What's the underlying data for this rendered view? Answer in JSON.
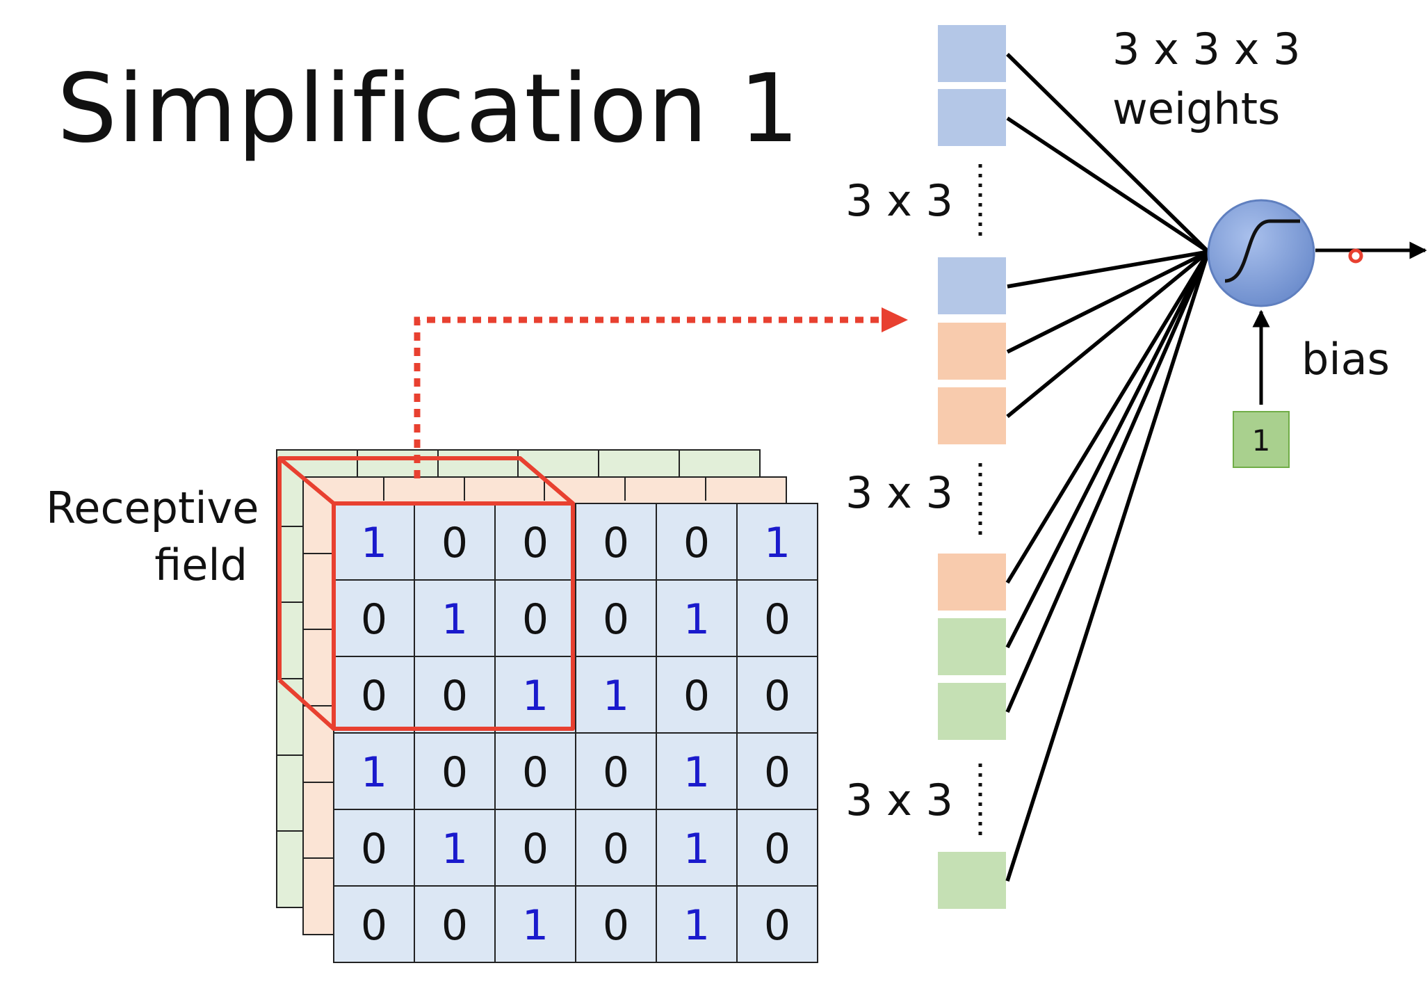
{
  "title": "Simplification 1",
  "labels": {
    "receptive_line1": "Receptive",
    "receptive_line2": "field",
    "weights_line1": "3 x 3 x 3",
    "weights_line2": "weights",
    "group_a": "3 x 3",
    "group_b": "3 x 3",
    "group_c": "3 x 3",
    "bias": "bias",
    "bias_input": "1"
  },
  "image": {
    "front_channel": [
      [
        "1",
        "0",
        "0",
        "0",
        "0",
        "1"
      ],
      [
        "0",
        "1",
        "0",
        "0",
        "1",
        "0"
      ],
      [
        "0",
        "0",
        "1",
        "1",
        "0",
        "0"
      ],
      [
        "1",
        "0",
        "0",
        "0",
        "1",
        "0"
      ],
      [
        "0",
        "1",
        "0",
        "0",
        "1",
        "0"
      ],
      [
        "0",
        "0",
        "1",
        "0",
        "1",
        "0"
      ]
    ]
  },
  "colors": {
    "channel_blue": "#dce7f4",
    "channel_orange": "#fbe4d5",
    "channel_green": "#e2efd9",
    "weight_blue": "#b4c7e7",
    "weight_orange": "#f8cbad",
    "weight_green": "#c5e0b4",
    "neuron": "#7f9fd9",
    "highlight_red": "#e84030",
    "one_blue": "#1a1acc"
  }
}
